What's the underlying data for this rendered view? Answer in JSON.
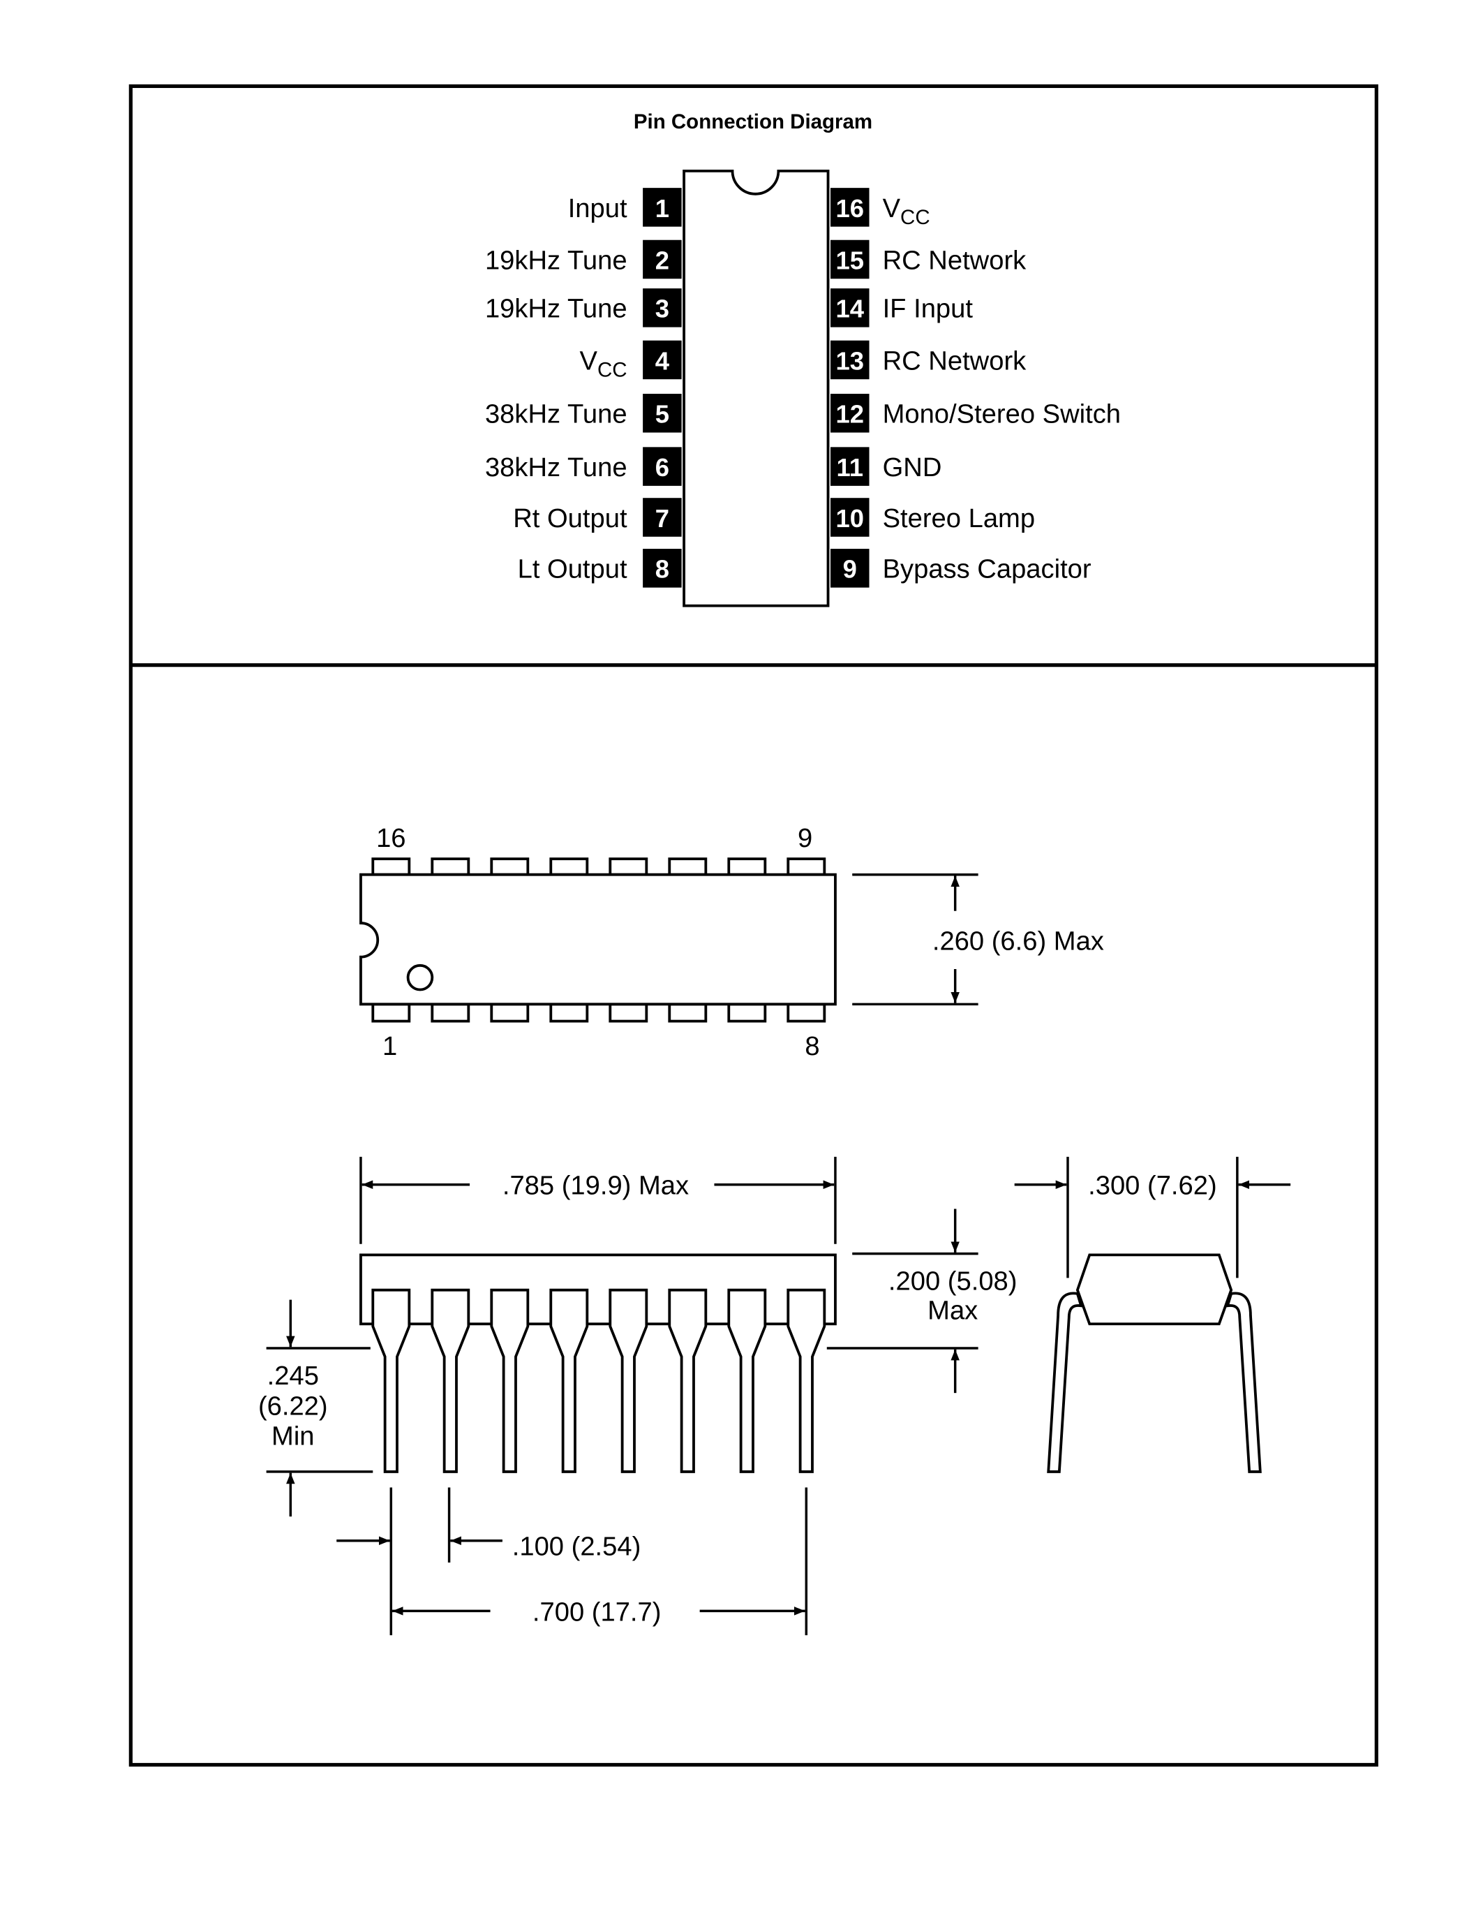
{
  "title": "Pin Connection Diagram",
  "pins_left": [
    {
      "num": "1",
      "label": "Input"
    },
    {
      "num": "2",
      "label": "19kHz Tune"
    },
    {
      "num": "3",
      "label": "19kHz Tune"
    },
    {
      "num": "4",
      "label": "V",
      "sub": "CC"
    },
    {
      "num": "5",
      "label": "38kHz Tune"
    },
    {
      "num": "6",
      "label": "38kHz Tune"
    },
    {
      "num": "7",
      "label": "Rt Output"
    },
    {
      "num": "8",
      "label": "Lt Output"
    }
  ],
  "pins_right": [
    {
      "num": "16",
      "label": "V",
      "sub": "CC"
    },
    {
      "num": "15",
      "label": "RC Network"
    },
    {
      "num": "14",
      "label": "IF Input"
    },
    {
      "num": "13",
      "label": "RC Network"
    },
    {
      "num": "12",
      "label": "Mono/Stereo Switch"
    },
    {
      "num": "11",
      "label": "GND"
    },
    {
      "num": "10",
      "label": "Stereo Lamp"
    },
    {
      "num": "9",
      "label": "Bypass Capacitor"
    }
  ],
  "package": {
    "corner_labels": {
      "top_left": "16",
      "top_right": "9",
      "bottom_left": "1",
      "bottom_right": "8"
    },
    "dim_width": ".260 (6.6) Max",
    "dim_length": ".785 (19.9) Max",
    "dim_height_1": ".200 (5.08)",
    "dim_height_2": "Max",
    "dim_lead_1": ".245",
    "dim_lead_2": "(6.22)",
    "dim_lead_3": "Min",
    "dim_pitch": ".100 (2.54)",
    "dim_span": ".700 (17.7)",
    "dim_row": ".300 (7.62)"
  }
}
